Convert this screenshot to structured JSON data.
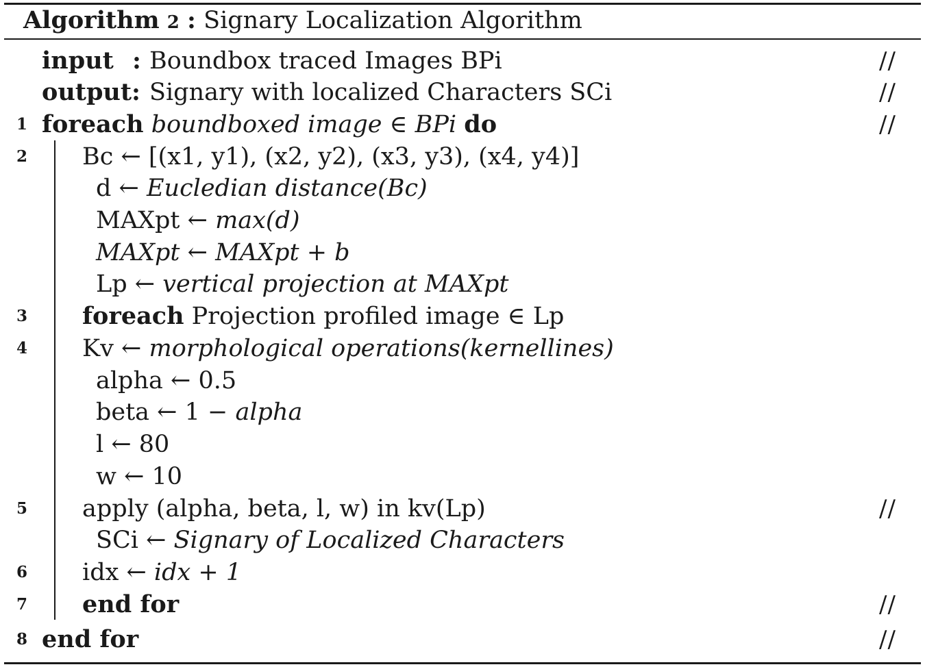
{
  "caption": {
    "label": "Algorithm",
    "number": "2",
    "separator": ":",
    "title": "Signary Localization Algorithm"
  },
  "comment_marker": "//",
  "io": {
    "input_keyword": "input",
    "input_colon": ":",
    "input_text": "Boundbox traced Images BPi",
    "output_keyword": "output:",
    "output_text": "Signary with localized Characters SCi"
  },
  "lines": {
    "l1": {
      "no": "1",
      "kw1": "foreach",
      "expr": "boundboxed image ∈ BPi",
      "kw2": "do"
    },
    "l2": {
      "no": "2",
      "lhs": "Bc ← ",
      "rhs": "[(x1, y1), (x2, y2), (x3, y3), (x4, y4)]"
    },
    "d": {
      "lhs": "d ← ",
      "rhs": "Eucledian distance(Bc)"
    },
    "maxpt1": {
      "lhs": "MAXpt ← ",
      "rhs": "max(d)"
    },
    "maxpt2": {
      "text": "MAXpt ← MAXpt + b"
    },
    "lp": {
      "lhs": "Lp ← ",
      "rhs": "vertical projection at MAXpt"
    },
    "l3": {
      "no": "3",
      "kw": "foreach",
      "text": " Projection profiled image ∈ Lp"
    },
    "l4": {
      "no": "4",
      "lhs": "Kv ← ",
      "rhs": "morphological operations(kernellines)"
    },
    "alpha": {
      "text": "alpha ← 0.5"
    },
    "beta": {
      "lhs": "beta ← 1 − ",
      "rhs": "alpha"
    },
    "l": {
      "text": "l ← 80"
    },
    "w": {
      "text": "w ← 10"
    },
    "l5": {
      "no": "5",
      "text": "apply (alpha, beta, l, w) in kv(Lp)"
    },
    "sci": {
      "lhs": "SCi ← ",
      "rhs": "Signary of Localized Characters"
    },
    "l6": {
      "no": "6",
      "lhs": "idx ← ",
      "rhs": "idx + 1"
    },
    "l7": {
      "no": "7",
      "kw": "end for"
    },
    "l8": {
      "no": "8",
      "kw": "end for"
    }
  }
}
